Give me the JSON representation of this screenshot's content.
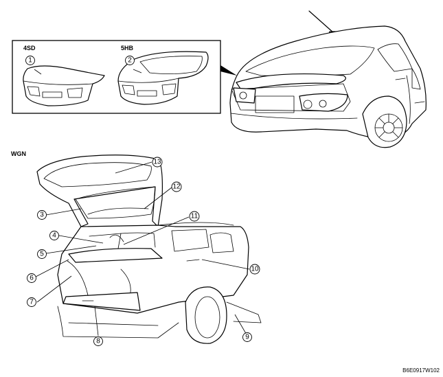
{
  "labels": {
    "sedan": "4SD",
    "hatchback": "5HB",
    "wagon": "WGN",
    "figure_code": "B6E0917W102"
  },
  "callouts": [
    "1",
    "2",
    "3",
    "4",
    "5",
    "6",
    "7",
    "8",
    "9",
    "10",
    "11",
    "12",
    "13"
  ]
}
